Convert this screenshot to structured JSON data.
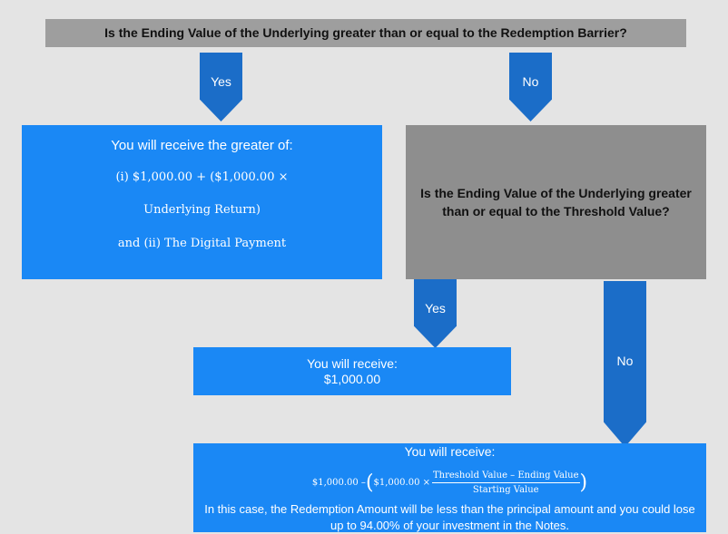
{
  "top_question": "Is the Ending Value of the Underlying greater than or equal to the Redemption Barrier?",
  "yes_label_1": "Yes",
  "no_label_1": "No",
  "box1": {
    "title": "You will receive the greater of:",
    "line1": "(i) $1,000.00 + ($1,000.00 ×",
    "line2": "Underlying Return)",
    "line3": "and (ii) The Digital Payment"
  },
  "second_question": "Is the Ending Value of the Underlying greater than or equal to the Threshold Value?",
  "yes_label_2": "Yes",
  "no_label_2": "No",
  "box2": {
    "line1": "You will receive:",
    "line2": "$1,000.00"
  },
  "box3": {
    "title": "You will receive:",
    "formula_prefix": "$1,000.00 – ",
    "formula_inner": "$1,000.00 ×",
    "numerator": "Threshold Value – Ending Value",
    "denominator": "Starting Value",
    "note": "In this case, the Redemption Amount will be less than the principal amount and you could lose up to 94.00% of your investment in the Notes."
  }
}
